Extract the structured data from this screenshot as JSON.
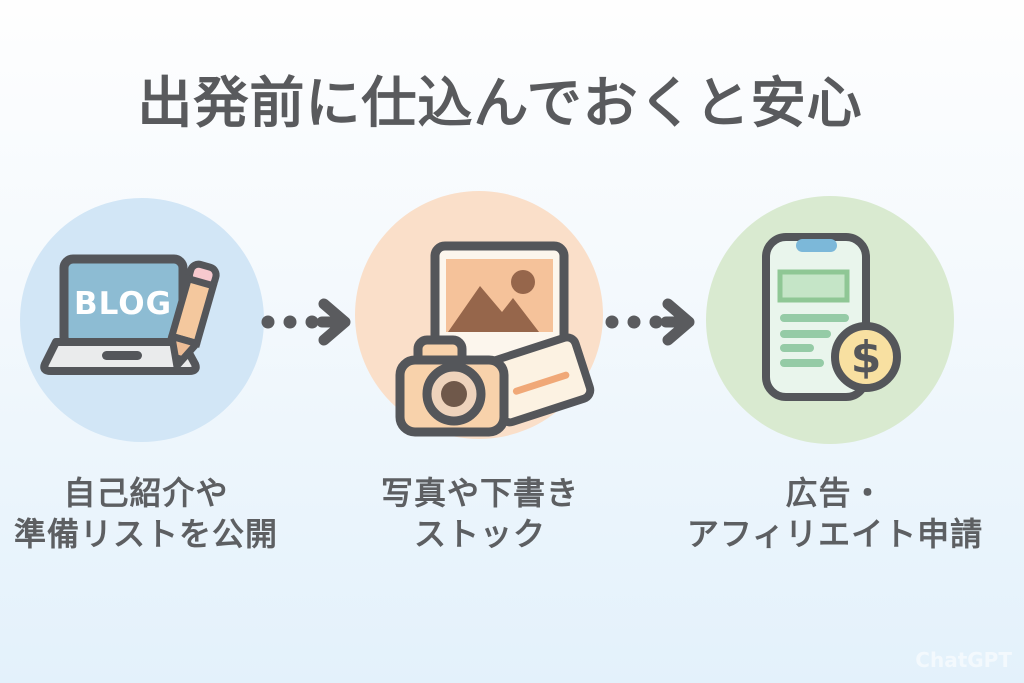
{
  "title": "出発前に仕込んでおくと安心",
  "steps": [
    {
      "id": "blog-setup",
      "icon": "laptop-blog-pencil-icon",
      "icon_text": "BLOG",
      "label_line1": "自己紹介や",
      "label_line2": "準備リストを公開",
      "circle_color": "#d2e6f6"
    },
    {
      "id": "photo-stock",
      "icon": "camera-photos-icon",
      "label_line1": "写真や下書き",
      "label_line2": "ストック",
      "circle_color": "#fadfc9"
    },
    {
      "id": "ads-affiliate",
      "icon": "smartphone-dollar-icon",
      "icon_text": "$",
      "label_line1": "広告・",
      "label_line2": "アフィリエイト申請",
      "circle_color": "#d9ead0"
    }
  ],
  "arrows": [
    {
      "from": "blog-setup",
      "to": "photo-stock",
      "style": "dotted-arrow"
    },
    {
      "from": "photo-stock",
      "to": "ads-affiliate",
      "style": "dotted-arrow"
    }
  ],
  "colors": {
    "background_top": "#fefefe",
    "background_bottom": "#e3f1fb",
    "outline": "#54565a",
    "title_text": "#595a5d",
    "label_text": "#5d5f62",
    "arrow": "#5a5b5e",
    "laptop_screen": "#8dbcd3",
    "laptop_base": "#eaebec",
    "pencil_body": "#f4c89e",
    "pencil_eraser": "#f7c9ce",
    "polaroid_frame": "#fcf6ed",
    "photo_area": "#f5c29a",
    "photo_shapes": "#96664b",
    "camera_body": "#f8d2ab",
    "card": "#fcf2e2",
    "card_line": "#f0a877",
    "phone_screen": "#e9f5ec",
    "phone_notch": "#7cb8d9",
    "phone_banner": "#c5e5c7",
    "phone_bars": "#95cba6",
    "coin": "#f8e0a1"
  },
  "watermark": "ChatGPT"
}
